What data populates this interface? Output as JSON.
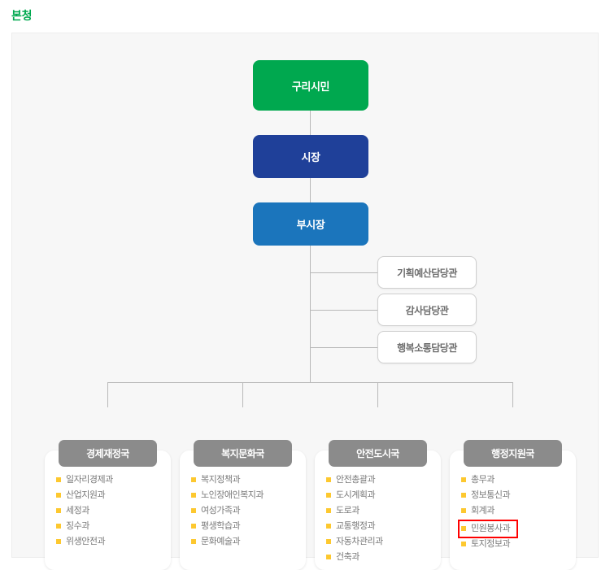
{
  "page": {
    "title": "본청"
  },
  "chart_data": {
    "type": "diagram",
    "title": "본청",
    "chain": [
      {
        "label": "구리시민",
        "color": "#00a84f"
      },
      {
        "label": "시장",
        "color": "#1f4099"
      },
      {
        "label": "부시장",
        "color": "#1b75bc"
      }
    ],
    "staff_offices": [
      {
        "label": "기획예산담당관"
      },
      {
        "label": "감사담당관"
      },
      {
        "label": "행복소통담당관"
      }
    ],
    "bureaus": [
      {
        "name": "경제재정국",
        "departments": [
          "일자리경제과",
          "산업지원과",
          "세정과",
          "징수과",
          "위생안전과"
        ]
      },
      {
        "name": "복지문화국",
        "departments": [
          "복지정책과",
          "노인장애인복지과",
          "여성가족과",
          "평생학습과",
          "문화예술과"
        ]
      },
      {
        "name": "안전도시국",
        "departments": [
          "안전총괄과",
          "도시계획과",
          "도로과",
          "교통행정과",
          "자동차관리과",
          "건축과"
        ]
      },
      {
        "name": "행정지원국",
        "departments": [
          "총무과",
          "정보통신과",
          "회계과",
          "민원봉사과",
          "토지정보과"
        ],
        "highlighted_department": "민원봉사과",
        "highlight_color": "#ff0000"
      }
    ],
    "colors": {
      "accent_green": "#00a84f",
      "navy": "#1f4099",
      "blue": "#1b75bc",
      "bureau_gray": "#8b8b8b",
      "bullet_gold": "#fdc82f",
      "panel_bg": "#f7f7f7",
      "connector": "#b9b9b9"
    }
  }
}
